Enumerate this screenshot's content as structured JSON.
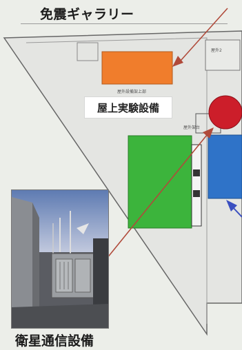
{
  "title": "免震ギャラリー",
  "rooftop_label": "屋上実験設備",
  "satellite_label": "衛星通信設備",
  "small_labels": {
    "room_top_right": "屋外2",
    "under_orange": "屋外設備架上部",
    "under_red": "屋外架台"
  },
  "colors": {
    "orange_block": "#f07d2c",
    "green_block": "#3cb43c",
    "blue_block": "#2f73c8",
    "red_dish": "#cc1e2a",
    "arrow": "#b04a3a",
    "blue_arrow": "#3a4fc0"
  }
}
